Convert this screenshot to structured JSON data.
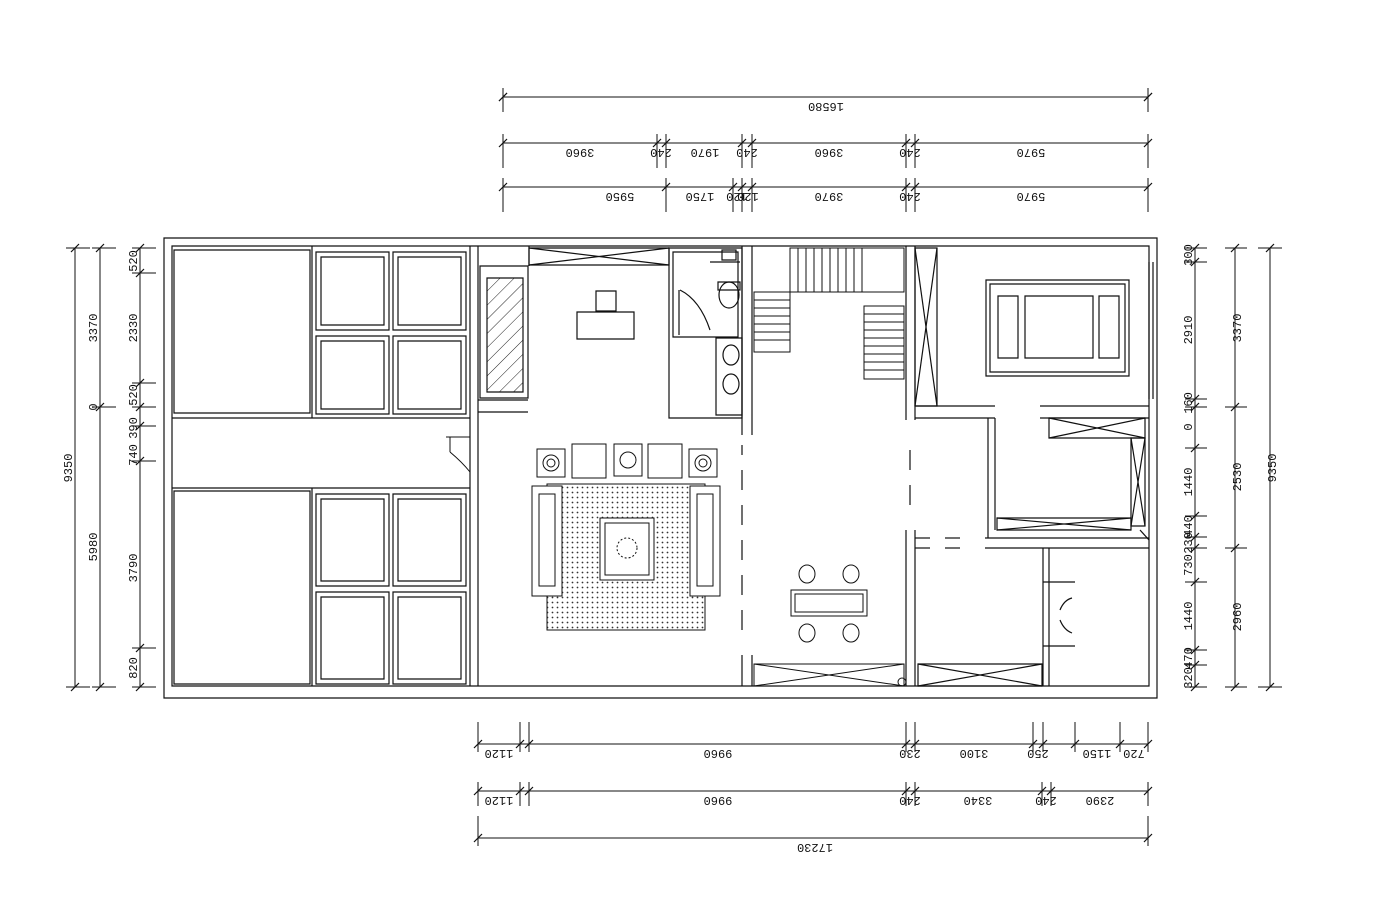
{
  "drawing": {
    "top_dims": {
      "overall": "16580",
      "row1": [
        "3960",
        "240",
        "1970",
        "240",
        "3960",
        "240",
        "5970"
      ],
      "row2": [
        "5950",
        "1750",
        "120",
        "120",
        "3970",
        "240",
        "5970"
      ]
    },
    "bottom_dims": {
      "row1": [
        "1120",
        "9960",
        "230",
        "3100",
        "250",
        "1150",
        "720"
      ],
      "row2": [
        "1120",
        "9960",
        "240",
        "3340",
        "240",
        "2390"
      ],
      "overall": "17230"
    },
    "left_dims": {
      "overall": "9350",
      "outer": [
        "3370",
        "0",
        "5980"
      ],
      "inner": [
        "520",
        "2330",
        "520",
        "390",
        "740",
        "3790",
        "820"
      ]
    },
    "right_dims": {
      "overall": "9350",
      "outer": [
        "3370",
        "2530",
        "2960"
      ],
      "inner": [
        "300",
        "2910",
        "160",
        "0",
        "1440",
        "440",
        "230",
        "730",
        "1440",
        "320",
        "470"
      ]
    },
    "colors": {
      "line": "#111111",
      "background": "#ffffff"
    }
  }
}
